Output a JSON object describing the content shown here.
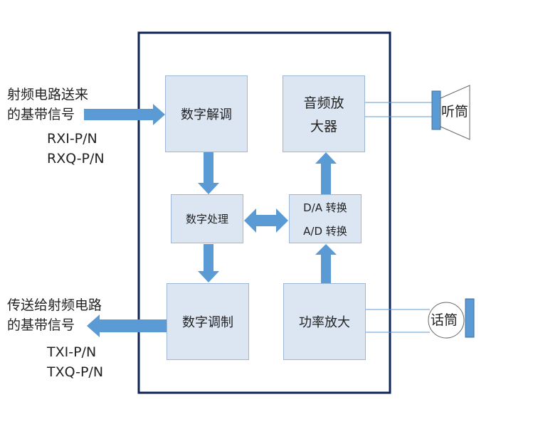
{
  "input": {
    "line1": "射频电路送来",
    "line2": "的基带信号",
    "sig1": "RXI-P/N",
    "sig2": "RXQ-P/N"
  },
  "output": {
    "line1": "传送给射频电路",
    "line2": "的基带信号",
    "sig1": "TXI-P/N",
    "sig2": "TXQ-P/N"
  },
  "blocks": {
    "demod": "数字解调",
    "audio_amp_line1": "音频放",
    "audio_amp_line2": "大器",
    "processing": "数字处理",
    "da": "D/A 转换",
    "ad": "A/D 转换",
    "mod": "数字调制",
    "power_amp": "功率放大"
  },
  "devices": {
    "earpiece": "听筒",
    "microphone": "话筒"
  },
  "colors": {
    "box_fill": "#dce6f2",
    "box_border": "#9fb7d6",
    "arrow": "#5b9bd5",
    "frame": "#0f2557"
  }
}
